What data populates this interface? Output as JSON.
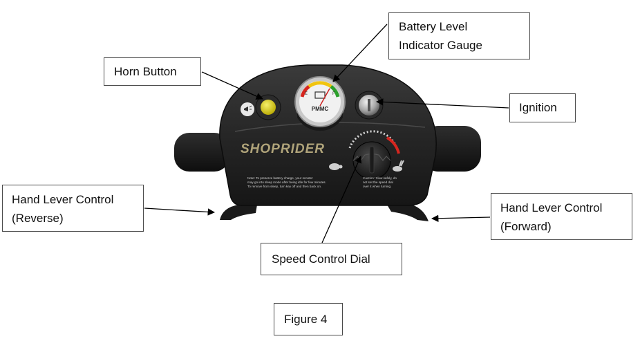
{
  "labels": {
    "battery": [
      "Battery Level",
      "Indicator Gauge"
    ],
    "horn": "Horn Button",
    "ignition": "Ignition",
    "reverse": [
      "Hand Lever Control",
      "(Reverse)"
    ],
    "forward": [
      "Hand Lever Control",
      "(Forward)"
    ],
    "speed": "Speed Control Dial",
    "figure": "Figure 4"
  },
  "console": {
    "brand": "SHOPRIDER",
    "gauge_brand": "PMMC",
    "gauge_low": "E",
    "gauge_high": "F",
    "note_left": [
      "Note: To preserve battery charge, your scooter",
      "may go into sleep mode after being idle for few minutes.",
      "To remove from sleep, turn key off and then back on."
    ],
    "note_right": [
      "Caution: Slow safely, do",
      "not set the speed dial",
      "over it when turning."
    ]
  }
}
